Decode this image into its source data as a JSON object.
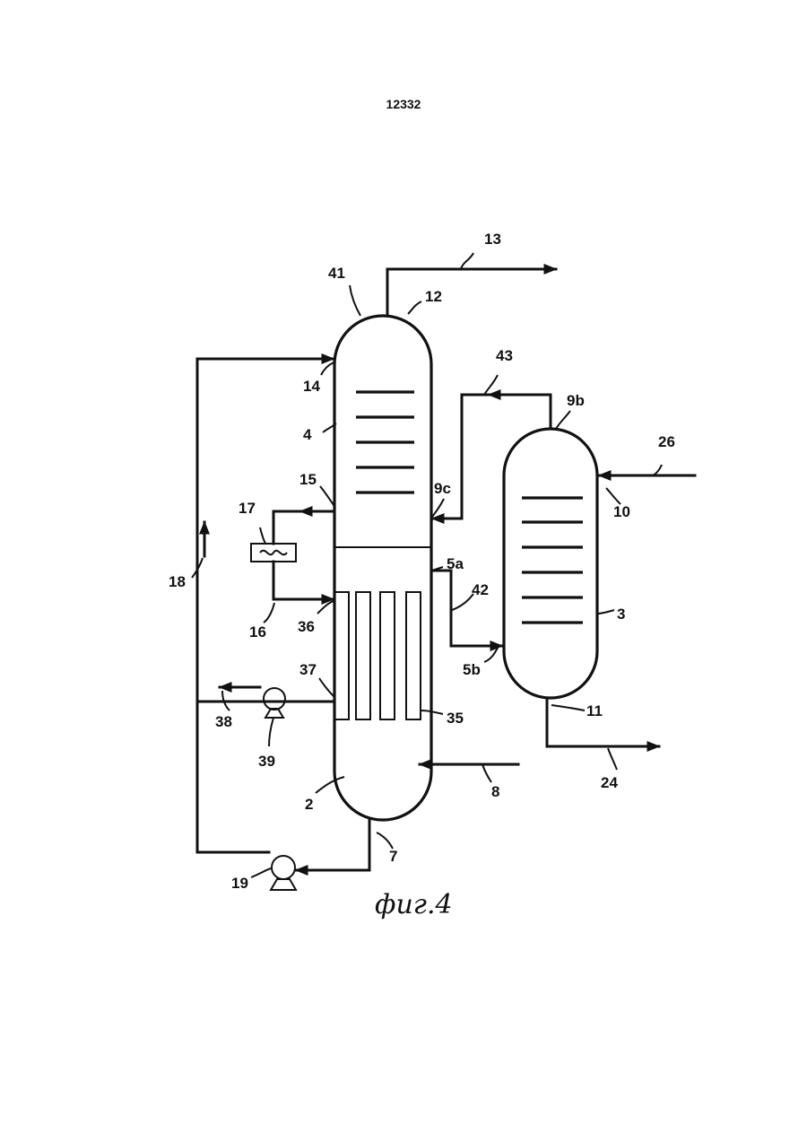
{
  "page_number": "12332",
  "caption": "фиг.4",
  "labels": {
    "l41": "41",
    "l13": "13",
    "l12": "12",
    "l43": "43",
    "l9b": "9b",
    "l14": "14",
    "l4": "4",
    "l26": "26",
    "l15": "15",
    "l9c": "9c",
    "l10": "10",
    "l17": "17",
    "l5a": "5a",
    "l18": "18",
    "l42": "42",
    "l16": "16",
    "l36": "36",
    "l3": "3",
    "l37": "37",
    "l5b": "5b",
    "l11": "11",
    "l38": "38",
    "l35": "35",
    "l39": "39",
    "l24": "24",
    "l8": "8",
    "l2": "2",
    "l7": "7",
    "l19": "19"
  }
}
